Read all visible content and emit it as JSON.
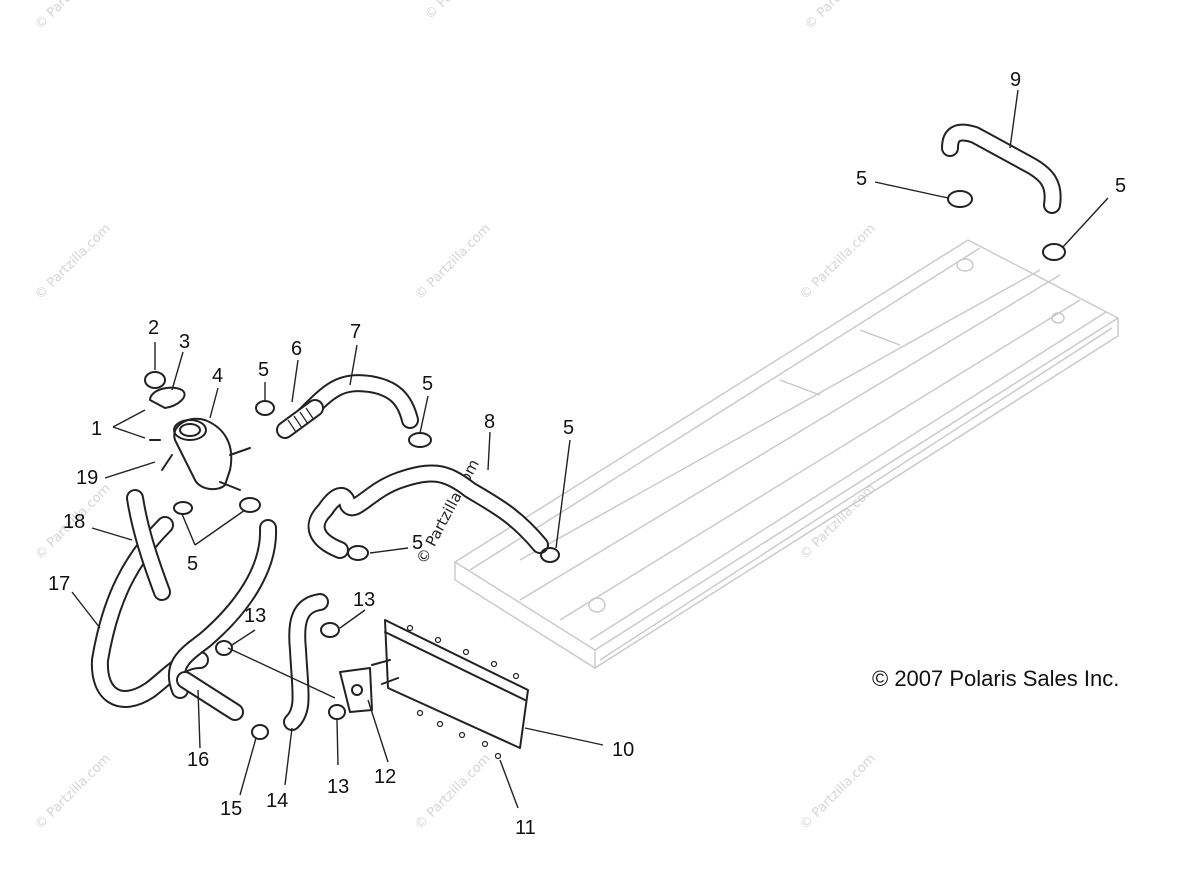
{
  "callouts": {
    "c1": "1",
    "c2": "2",
    "c3": "3",
    "c4": "4",
    "c5a": "5",
    "c5b": "5",
    "c5c": "5",
    "c5d": "5",
    "c5e": "5",
    "c5f": "5",
    "c5g": "5",
    "c6": "6",
    "c7": "7",
    "c8": "8",
    "c9": "9",
    "c10": "10",
    "c11": "11",
    "c12": "12",
    "c13a": "13",
    "c13b": "13",
    "c13c": "13",
    "c14": "14",
    "c15": "15",
    "c16": "16",
    "c17": "17",
    "c18": "18",
    "c19": "19"
  },
  "copyright": "© 2007 Polaris Sales Inc.",
  "watermark": "© Partzilla.com"
}
